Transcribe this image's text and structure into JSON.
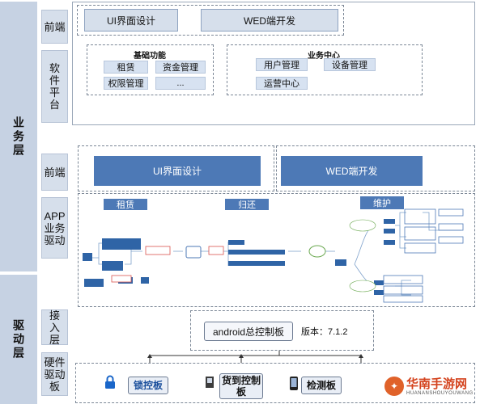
{
  "layers": {
    "business": "业务层",
    "driver": "驱动层"
  },
  "left_cols": {
    "front1": "前端",
    "platform": "软件平台",
    "front2": "前端",
    "app": "APP业务驱动",
    "interface": "接入层",
    "hw": "硬件驱动板"
  },
  "top_section": {
    "ui": "UI界面设计",
    "wed": "WED端开发",
    "basic_title": "基础功能",
    "basic_items": [
      "租赁",
      "资金管理",
      "权限管理",
      "..."
    ],
    "biz_title": "业务中心",
    "biz_items": [
      "用户管理",
      "设备管理",
      "运营中心"
    ]
  },
  "app_section": {
    "ui": "UI界面设计",
    "wed": "WED端开发",
    "lease": "租赁",
    "return": "归还",
    "maintain": "维护"
  },
  "android": {
    "board": "android总控制板",
    "version_label": "版本：7.1.2"
  },
  "hardware": {
    "lock": "锁控板",
    "goods": "货到控制板",
    "detect": "检测板"
  },
  "watermark": {
    "name": "华南手游网",
    "sub": "HUANANSHOUYOUWANG"
  },
  "colors": {
    "accent": "#4d79b6",
    "panel_bg": "#d6dfeb"
  }
}
